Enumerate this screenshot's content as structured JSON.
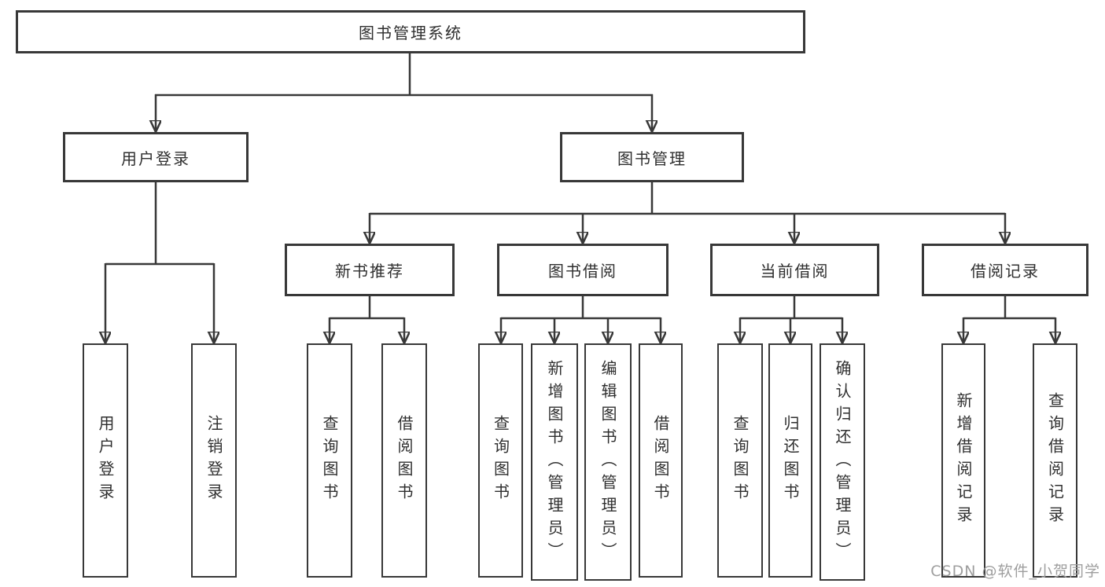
{
  "structure": {
    "root": {
      "label": "图书管理系统",
      "children": [
        {
          "label": "用户登录",
          "children": [
            {
              "label": "用户登录"
            },
            {
              "label": "注销登录"
            }
          ]
        },
        {
          "label": "图书管理",
          "children": [
            {
              "label": "新书推荐",
              "children": [
                {
                  "label": "查询图书"
                },
                {
                  "label": "借阅图书"
                }
              ]
            },
            {
              "label": "图书借阅",
              "children": [
                {
                  "label": "查询图书"
                },
                {
                  "label": "新增图书（管理员）"
                },
                {
                  "label": "编辑图书（管理员）"
                },
                {
                  "label": "借阅图书"
                }
              ]
            },
            {
              "label": "当前借阅",
              "children": [
                {
                  "label": "查询图书"
                },
                {
                  "label": "归还图书"
                },
                {
                  "label": "确认归还（管理员）"
                }
              ]
            },
            {
              "label": "借阅记录",
              "children": [
                {
                  "label": "新增借阅记录"
                },
                {
                  "label": "查询借阅记录"
                }
              ]
            }
          ]
        }
      ]
    }
  },
  "watermark": {
    "text": "CSDN @软件_小贺同学",
    "color": "#9e9e9e"
  },
  "colors": {
    "line": "#383838",
    "text": "#2f2f2f",
    "background": "#ffffff"
  }
}
